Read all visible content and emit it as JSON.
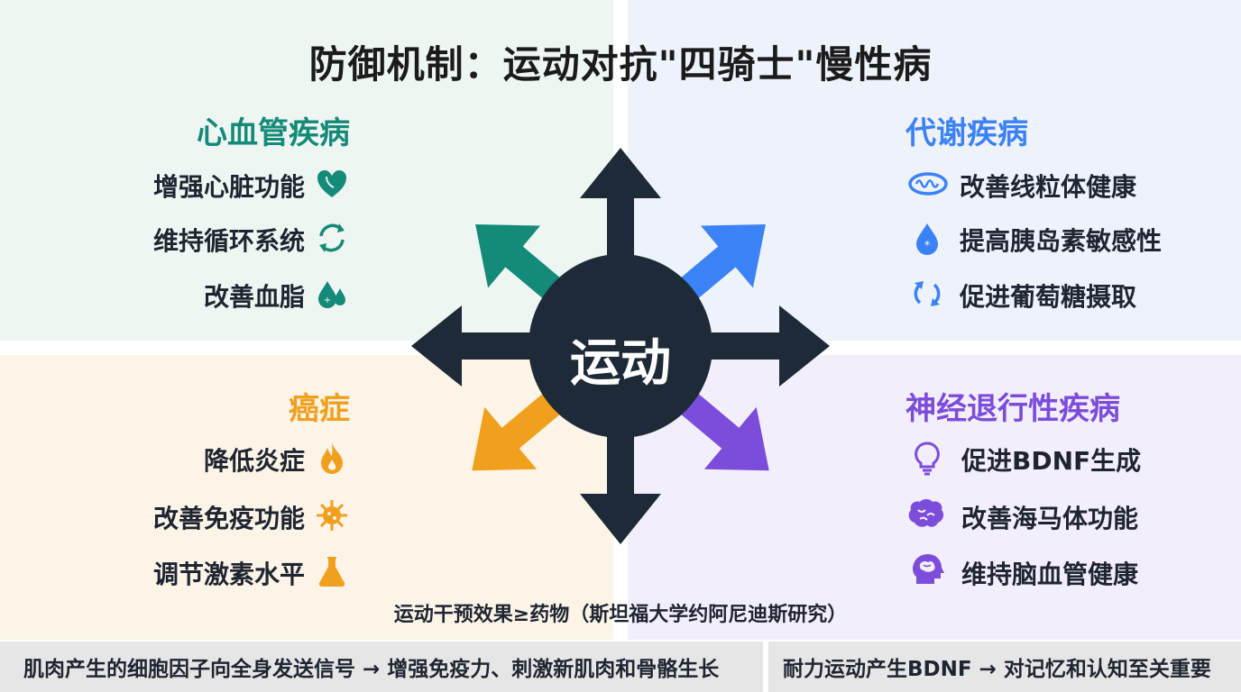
{
  "title": "防御机制：运动对抗\"四骑士\"慢性病",
  "hub": "运动",
  "colors": {
    "cardio": "#148a78",
    "metabolic": "#3b82f6",
    "cancer": "#f0a01c",
    "neuro": "#7c4ddb",
    "hub": "#1e2a38"
  },
  "quadrants": {
    "cardio": {
      "title": "心血管疾病",
      "items": [
        {
          "label": "增强心脏功能",
          "icon": "heart-icon"
        },
        {
          "label": "维持循环系统",
          "icon": "recycle-arrows-icon"
        },
        {
          "label": "改善血脂",
          "icon": "blood-drops-icon"
        }
      ]
    },
    "metabolic": {
      "title": "代谢疾病",
      "items": [
        {
          "label": "改善线粒体健康",
          "icon": "mitochondria-icon"
        },
        {
          "label": "提高胰岛素敏感性",
          "icon": "insulin-drop-icon"
        },
        {
          "label": "促进葡萄糖摄取",
          "icon": "circular-arrows-icon"
        }
      ]
    },
    "cancer": {
      "title": "癌症",
      "items": [
        {
          "label": "降低炎症",
          "icon": "flame-icon"
        },
        {
          "label": "改善免疫功能",
          "icon": "virus-icon"
        },
        {
          "label": "调节激素水平",
          "icon": "flask-icon"
        }
      ]
    },
    "neuro": {
      "title": "神经退行性疾病",
      "items": [
        {
          "label": "促进BDNF生成",
          "icon": "lightbulb-icon"
        },
        {
          "label": "改善海马体功能",
          "icon": "brain-icon"
        },
        {
          "label": "维持脑血管健康",
          "icon": "head-brain-icon"
        }
      ]
    }
  },
  "footnote": "运动干预效果≥药物（斯坦福大学约阿尼迪斯研究）",
  "bottom_left": "肌肉产生的细胞因子向全身发送信号 → 增强免疫力、刺激新肌肉和骨骼生长",
  "bottom_right": "耐力运动产生BDNF → 对记忆和认知至关重要"
}
